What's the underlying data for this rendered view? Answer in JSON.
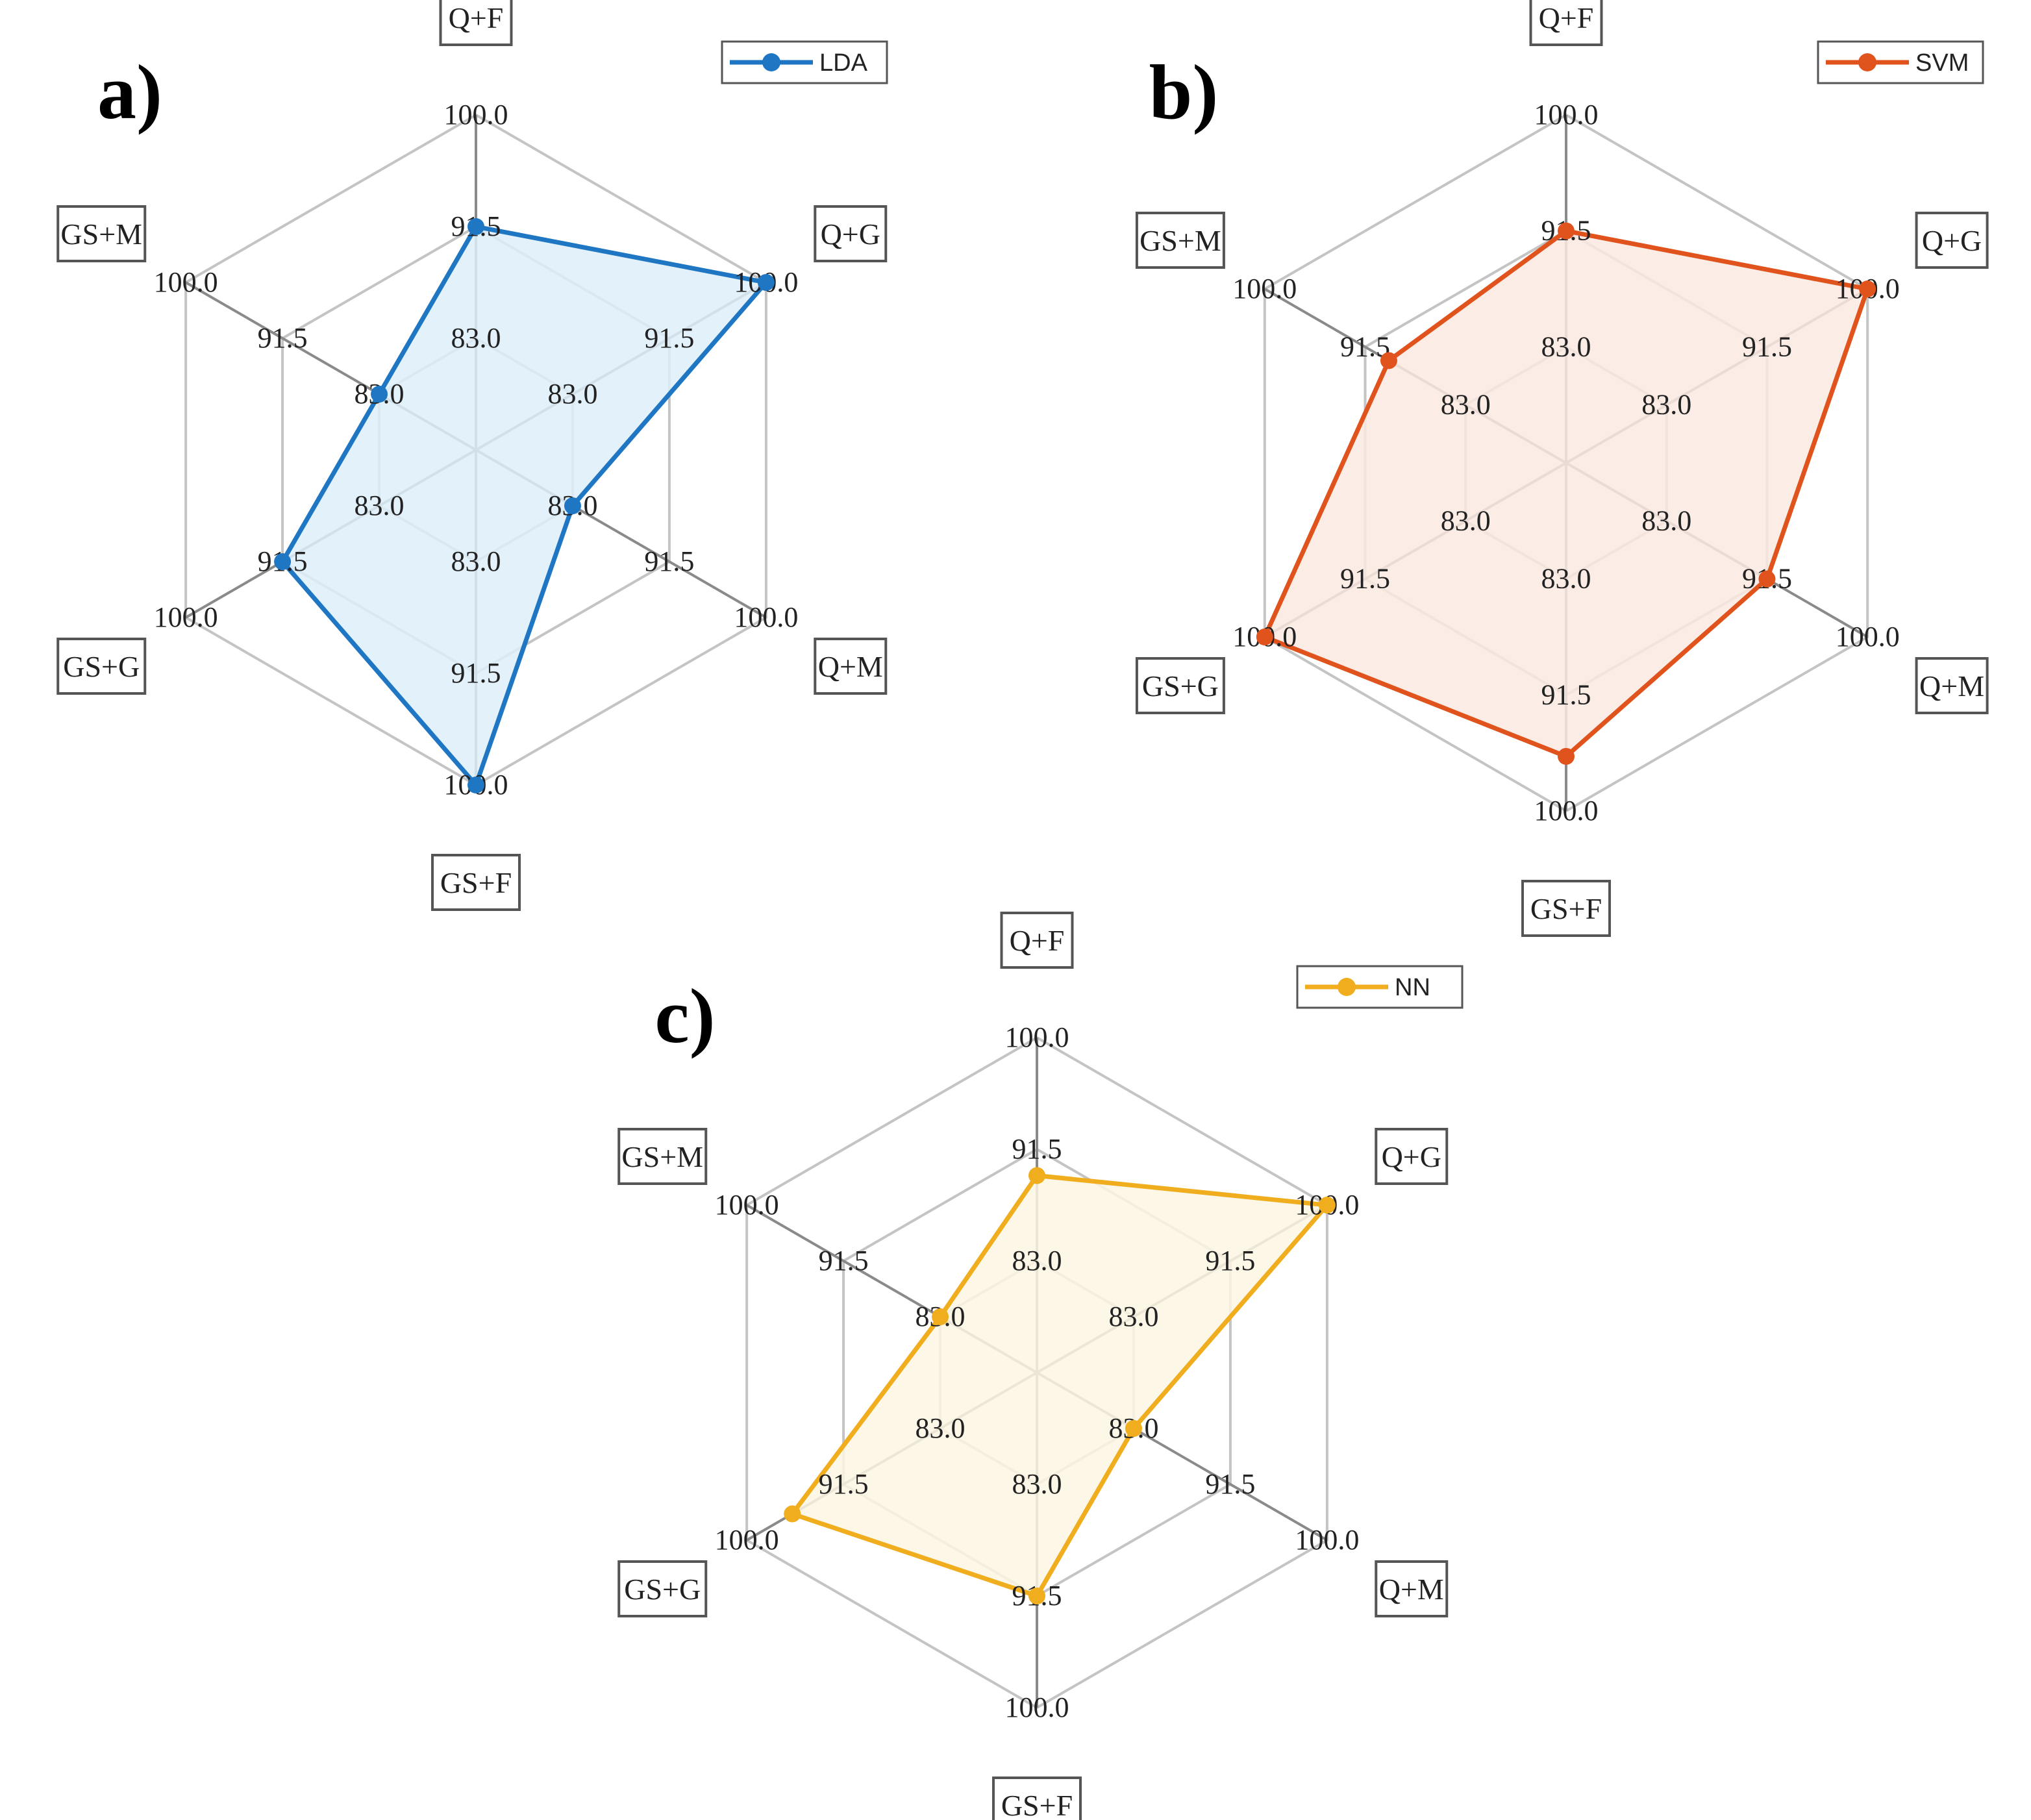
{
  "colors": {
    "grid": "#c4c4c4",
    "axis": "#8a8a8a",
    "label_border": "#555555",
    "text": "#222222"
  },
  "chart_data": [
    {
      "type": "radar",
      "panel_label": "a)",
      "axes": [
        "Q+F",
        "Q+G",
        "Q+M",
        "GS+F",
        "GS+G",
        "GS+M"
      ],
      "rings": [
        83.0,
        91.5,
        100.0
      ],
      "range": [
        74.5,
        100.0
      ],
      "legend": "top-right",
      "series": [
        {
          "name": "LDA",
          "color": "#1f77c4",
          "fill": "#ddeef9",
          "values": [
            91.5,
            100.0,
            83.0,
            100.0,
            91.5,
            83.0
          ]
        }
      ]
    },
    {
      "type": "radar",
      "panel_label": "b)",
      "axes": [
        "Q+F",
        "Q+G",
        "Q+M",
        "GS+F",
        "GS+G",
        "GS+M"
      ],
      "rings": [
        83.0,
        91.5,
        100.0
      ],
      "range": [
        74.5,
        100.0
      ],
      "legend": "top-right",
      "series": [
        {
          "name": "SVM",
          "color": "#e0531d",
          "fill": "#fae9e1",
          "values": [
            91.5,
            100.0,
            91.5,
            96.0,
            100.0,
            89.5
          ]
        }
      ]
    },
    {
      "type": "radar",
      "panel_label": "c)",
      "axes": [
        "Q+F",
        "Q+G",
        "Q+M",
        "GS+F",
        "GS+G",
        "GS+M"
      ],
      "rings": [
        83.0,
        91.5,
        100.0
      ],
      "range": [
        74.5,
        100.0
      ],
      "legend": "top-right",
      "series": [
        {
          "name": "NN",
          "color": "#f0ad1e",
          "fill": "#fcf6e2",
          "values": [
            89.5,
            100.0,
            83.0,
            91.5,
            96.0,
            83.0
          ]
        }
      ]
    }
  ]
}
